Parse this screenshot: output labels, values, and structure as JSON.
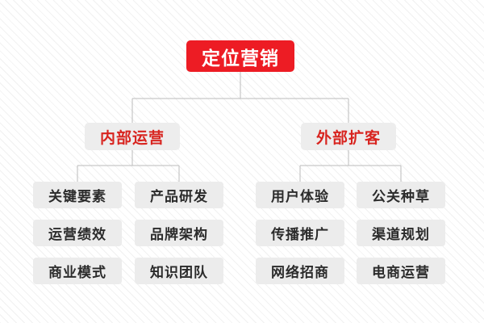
{
  "diagram": {
    "title": "定位营销",
    "background_color": "#ffffff",
    "accent_color": "#ED1C24",
    "branch_text_color": "#D8241F",
    "leaf_text_color": "#2b2b2b",
    "box_color": "#ECECEC",
    "connector_color": "#bbbbbb",
    "root": {
      "label": "定位营销"
    },
    "branches": [
      {
        "label": "内部运营",
        "leaves": [
          {
            "label": "关键要素"
          },
          {
            "label": "产品研发"
          },
          {
            "label": "运营绩效"
          },
          {
            "label": "品牌架构"
          },
          {
            "label": "商业模式"
          },
          {
            "label": "知识团队"
          }
        ]
      },
      {
        "label": "外部扩客",
        "leaves": [
          {
            "label": "用户体验"
          },
          {
            "label": "公关种草"
          },
          {
            "label": "传播推广"
          },
          {
            "label": "渠道规划"
          },
          {
            "label": "网络招商"
          },
          {
            "label": "电商运营"
          }
        ]
      }
    ]
  }
}
